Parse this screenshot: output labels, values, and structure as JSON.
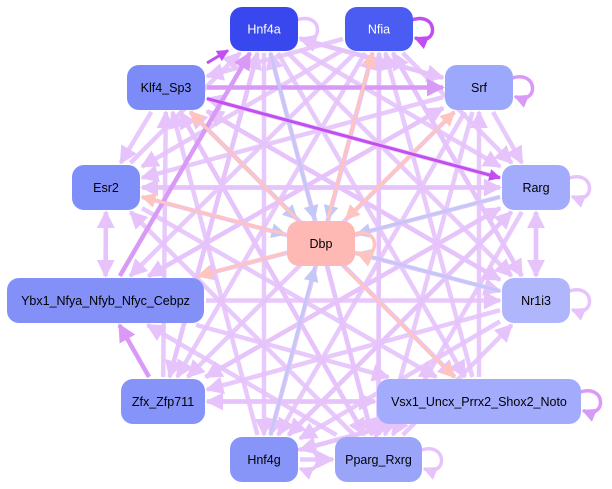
{
  "graph": {
    "title": "",
    "edge_colors": {
      "default": "#e6c3fb",
      "medium": "#d99af7",
      "strong": "#c24df0",
      "pink": "#ffc4bd",
      "blue": "#c4c8f7"
    },
    "nodes": [
      {
        "id": "Hnf4a",
        "label": "Hnf4a",
        "color": "#3848ee",
        "text_color": "#ffffff"
      },
      {
        "id": "Nfia",
        "label": "Nfia",
        "color": "#4a5cf2",
        "text_color": "#ffffff"
      },
      {
        "id": "Klf4_Sp3",
        "label": "Klf4_Sp3",
        "color": "#7d8bf8",
        "text_color": "#000000"
      },
      {
        "id": "Srf",
        "label": "Srf",
        "color": "#9ba8fb",
        "text_color": "#000000"
      },
      {
        "id": "Esr2",
        "label": "Esr2",
        "color": "#7f8ff9",
        "text_color": "#000000"
      },
      {
        "id": "Rarg",
        "label": "Rarg",
        "color": "#a3acfc",
        "text_color": "#000000"
      },
      {
        "id": "Dbp",
        "label": "Dbp",
        "color": "#ffb9b4",
        "text_color": "#000000"
      },
      {
        "id": "Ybx1_Nfya_Nfyb_Nfyc_Cebpz",
        "label": "Ybx1_Nfya_Nfyb_Nfyc_Cebpz",
        "color": "#8290f8",
        "text_color": "#000000"
      },
      {
        "id": "Nr1i3",
        "label": "Nr1i3",
        "color": "#b0b6fc",
        "text_color": "#000000"
      },
      {
        "id": "Zfx_Zfp711",
        "label": "Zfx_Zfp711",
        "color": "#8693f8",
        "text_color": "#000000"
      },
      {
        "id": "Vsx1_Uncx_Prrx2_Shox2_Noto",
        "label": "Vsx1_Uncx_Prrx2_Shox2_Noto",
        "color": "#a3acfc",
        "text_color": "#000000"
      },
      {
        "id": "Hnf4g",
        "label": "Hnf4g",
        "color": "#8895f8",
        "text_color": "#000000"
      },
      {
        "id": "Pparg_Rxrg",
        "label": "Pparg_Rxrg",
        "color": "#9aa5fa",
        "text_color": "#000000"
      }
    ],
    "self_loops": [
      {
        "node": "Hnf4a",
        "weight": "default"
      },
      {
        "node": "Nfia",
        "weight": "strong"
      },
      {
        "node": "Srf",
        "weight": "medium"
      },
      {
        "node": "Rarg",
        "weight": "default"
      },
      {
        "node": "Dbp",
        "weight": "pink"
      },
      {
        "node": "Nr1i3",
        "weight": "default"
      },
      {
        "node": "Vsx1_Uncx_Prrx2_Shox2_Noto",
        "weight": "medium"
      },
      {
        "node": "Hnf4g",
        "weight": "default"
      },
      {
        "node": "Pparg_Rxrg",
        "weight": "default"
      }
    ],
    "edges": [
      {
        "from": "Hnf4a",
        "to": "Dbp",
        "weight": "blue"
      },
      {
        "from": "Nfia",
        "to": "Dbp",
        "weight": "blue"
      },
      {
        "from": "Klf4_Sp3",
        "to": "Dbp",
        "weight": "blue"
      },
      {
        "from": "Srf",
        "to": "Dbp",
        "weight": "pink"
      },
      {
        "from": "Esr2",
        "to": "Dbp",
        "weight": "blue"
      },
      {
        "from": "Rarg",
        "to": "Dbp",
        "weight": "blue"
      },
      {
        "from": "Nr1i3",
        "to": "Dbp",
        "weight": "blue"
      },
      {
        "from": "Hnf4g",
        "to": "Dbp",
        "weight": "blue"
      },
      {
        "from": "Dbp",
        "to": "Esr2",
        "weight": "pink"
      },
      {
        "from": "Dbp",
        "to": "Ybx1_Nfya_Nfyb_Nfyc_Cebpz",
        "weight": "pink"
      },
      {
        "from": "Dbp",
        "to": "Klf4_Sp3",
        "weight": "pink"
      },
      {
        "from": "Dbp",
        "to": "Nfia",
        "weight": "pink"
      },
      {
        "from": "Dbp",
        "to": "Vsx1_Uncx_Prrx2_Shox2_Noto",
        "weight": "pink"
      },
      {
        "from": "Dbp",
        "to": "Srf",
        "weight": "pink"
      },
      {
        "from": "Klf4_Sp3",
        "to": "Rarg",
        "weight": "strong"
      },
      {
        "from": "Klf4_Sp3",
        "to": "Hnf4a",
        "weight": "strong"
      },
      {
        "from": "Klf4_Sp3",
        "to": "Srf",
        "weight": "medium"
      },
      {
        "from": "Srf",
        "to": "Rarg",
        "weight": "default"
      },
      {
        "from": "Esr2",
        "to": "Rarg",
        "weight": "default"
      },
      {
        "from": "Esr2",
        "to": "Ybx1_Nfya_Nfyb_Nfyc_Cebpz",
        "weight": "default"
      },
      {
        "from": "Ybx1_Nfya_Nfyb_Nfyc_Cebpz",
        "to": "Esr2",
        "weight": "default"
      },
      {
        "from": "Rarg",
        "to": "Nr1i3",
        "weight": "default"
      },
      {
        "from": "Nr1i3",
        "to": "Rarg",
        "weight": "default"
      },
      {
        "from": "Hnf4g",
        "to": "Pparg_Rxrg",
        "weight": "default"
      },
      {
        "from": "Zfx_Zfp711",
        "to": "Ybx1_Nfya_Nfyb_Nfyc_Cebpz",
        "weight": "medium"
      },
      {
        "from": "Hnf4a",
        "to": "Pparg_Rxrg",
        "weight": "default"
      },
      {
        "from": "Nfia",
        "to": "Hnf4g",
        "weight": "default"
      },
      {
        "from": "Nfia",
        "to": "Zfx_Zfp711",
        "weight": "default"
      },
      {
        "from": "Nfia",
        "to": "Ybx1_Nfya_Nfyb_Nfyc_Cebpz",
        "weight": "default"
      },
      {
        "from": "Nfia",
        "to": "Klf4_Sp3",
        "weight": "default"
      },
      {
        "from": "Hnf4a",
        "to": "Srf",
        "weight": "default"
      },
      {
        "from": "Hnf4a",
        "to": "Rarg",
        "weight": "default"
      },
      {
        "from": "Hnf4a",
        "to": "Nr1i3",
        "weight": "default"
      },
      {
        "from": "Hnf4a",
        "to": "Vsx1_Uncx_Prrx2_Shox2_Noto",
        "weight": "default"
      },
      {
        "from": "Hnf4a",
        "to": "Zfx_Zfp711",
        "weight": "default"
      },
      {
        "from": "Hnf4a",
        "to": "Hnf4g",
        "weight": "default"
      },
      {
        "from": "Srf",
        "to": "Hnf4a",
        "weight": "default"
      },
      {
        "from": "Srf",
        "to": "Esr2",
        "weight": "default"
      },
      {
        "from": "Srf",
        "to": "Ybx1_Nfya_Nfyb_Nfyc_Cebpz",
        "weight": "default"
      },
      {
        "from": "Srf",
        "to": "Zfx_Zfp711",
        "weight": "default"
      },
      {
        "from": "Srf",
        "to": "Hnf4g",
        "weight": "default"
      },
      {
        "from": "Srf",
        "to": "Pparg_Rxrg",
        "weight": "default"
      },
      {
        "from": "Rarg",
        "to": "Klf4_Sp3",
        "weight": "default"
      },
      {
        "from": "Rarg",
        "to": "Esr2",
        "weight": "default"
      },
      {
        "from": "Rarg",
        "to": "Ybx1_Nfya_Nfyb_Nfyc_Cebpz",
        "weight": "default"
      },
      {
        "from": "Rarg",
        "to": "Zfx_Zfp711",
        "weight": "default"
      },
      {
        "from": "Rarg",
        "to": "Hnf4g",
        "weight": "default"
      },
      {
        "from": "Rarg",
        "to": "Pparg_Rxrg",
        "weight": "default"
      },
      {
        "from": "Esr2",
        "to": "Nr1i3",
        "weight": "default"
      },
      {
        "from": "Esr2",
        "to": "Hnf4a",
        "weight": "default"
      },
      {
        "from": "Esr2",
        "to": "Vsx1_Uncx_Prrx2_Shox2_Noto",
        "weight": "default"
      },
      {
        "from": "Ybx1_Nfya_Nfyb_Nfyc_Cebpz",
        "to": "Nr1i3",
        "weight": "default"
      },
      {
        "from": "Ybx1_Nfya_Nfyb_Nfyc_Cebpz",
        "to": "Vsx1_Uncx_Prrx2_Shox2_Noto",
        "weight": "default"
      },
      {
        "from": "Ybx1_Nfya_Nfyb_Nfyc_Cebpz",
        "to": "Srf",
        "weight": "default"
      },
      {
        "from": "Ybx1_Nfya_Nfyb_Nfyc_Cebpz",
        "to": "Hnf4a",
        "weight": "medium"
      },
      {
        "from": "Nr1i3",
        "to": "Zfx_Zfp711",
        "weight": "default"
      },
      {
        "from": "Nr1i3",
        "to": "Klf4_Sp3",
        "weight": "default"
      },
      {
        "from": "Nr1i3",
        "to": "Hnf4g",
        "weight": "default"
      },
      {
        "from": "Nr1i3",
        "to": "Nfia",
        "weight": "default"
      },
      {
        "from": "Zfx_Zfp711",
        "to": "Vsx1_Uncx_Prrx2_Shox2_Noto",
        "weight": "default"
      },
      {
        "from": "Zfx_Zfp711",
        "to": "Rarg",
        "weight": "default"
      },
      {
        "from": "Zfx_Zfp711",
        "to": "Hnf4a",
        "weight": "default"
      },
      {
        "from": "Zfx_Zfp711",
        "to": "Klf4_Sp3",
        "weight": "default"
      },
      {
        "from": "Vsx1_Uncx_Prrx2_Shox2_Noto",
        "to": "Klf4_Sp3",
        "weight": "default"
      },
      {
        "from": "Vsx1_Uncx_Prrx2_Shox2_Noto",
        "to": "Nfia",
        "weight": "default"
      },
      {
        "from": "Vsx1_Uncx_Prrx2_Shox2_Noto",
        "to": "Hnf4g",
        "weight": "default"
      },
      {
        "from": "Vsx1_Uncx_Prrx2_Shox2_Noto",
        "to": "Zfx_Zfp711",
        "weight": "default"
      },
      {
        "from": "Vsx1_Uncx_Prrx2_Shox2_Noto",
        "to": "Srf",
        "weight": "default"
      },
      {
        "from": "Hnf4g",
        "to": "Klf4_Sp3",
        "weight": "default"
      },
      {
        "from": "Hnf4g",
        "to": "Nfia",
        "weight": "default"
      },
      {
        "from": "Hnf4g",
        "to": "Rarg",
        "weight": "default"
      },
      {
        "from": "Hnf4g",
        "to": "Vsx1_Uncx_Prrx2_Shox2_Noto",
        "weight": "default"
      },
      {
        "from": "Pparg_Rxrg",
        "to": "Hnf4a",
        "weight": "default"
      },
      {
        "from": "Pparg_Rxrg",
        "to": "Klf4_Sp3",
        "weight": "default"
      },
      {
        "from": "Pparg_Rxrg",
        "to": "Esr2",
        "weight": "default"
      },
      {
        "from": "Pparg_Rxrg",
        "to": "Nr1i3",
        "weight": "default"
      },
      {
        "from": "Pparg_Rxrg",
        "to": "Ybx1_Nfya_Nfyb_Nfyc_Cebpz",
        "weight": "default"
      },
      {
        "from": "Pparg_Rxrg",
        "to": "Nfia",
        "weight": "default"
      },
      {
        "from": "Klf4_Sp3",
        "to": "Esr2",
        "weight": "default"
      },
      {
        "from": "Klf4_Sp3",
        "to": "Nr1i3",
        "weight": "default"
      },
      {
        "from": "Klf4_Sp3",
        "to": "Pparg_Rxrg",
        "weight": "default"
      },
      {
        "from": "Klf4_Sp3",
        "to": "Vsx1_Uncx_Prrx2_Shox2_Noto",
        "weight": "default"
      },
      {
        "from": "Nfia",
        "to": "Pparg_Rxrg",
        "weight": "default"
      },
      {
        "from": "Nfia",
        "to": "Rarg",
        "weight": "default"
      },
      {
        "from": "Nfia",
        "to": "Esr2",
        "weight": "default"
      },
      {
        "from": "Nfia",
        "to": "Nr1i3",
        "weight": "default"
      }
    ]
  }
}
